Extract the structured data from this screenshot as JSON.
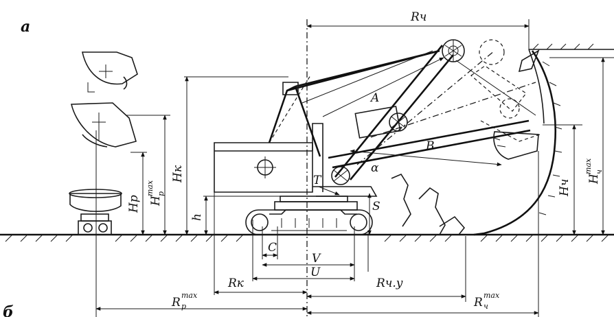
{
  "panel_label": "а",
  "next_panel_label": "б",
  "labels": {
    "R_ch": "Rч",
    "A": "A",
    "B": "B",
    "T": "T",
    "alpha": "α",
    "S": "S",
    "H_ch": "Hч",
    "H_ch_max": "H",
    "H_ch_max_sup": "max",
    "H_ch_max_sub": "ч",
    "H_k": "Hк",
    "h": "h",
    "H_r": "Hр",
    "H_r_max": "H",
    "H_r_max_sup": "max",
    "H_r_max_sub": "р",
    "C": "C",
    "V": "V",
    "U": "U",
    "R_k": "Rк",
    "R_chu": "Rч.у",
    "R_r_max": "R",
    "R_r_max_sup": "max",
    "R_r_max_sub": "р",
    "R_ch_max": "R",
    "R_ch_max_sup": "max",
    "R_ch_max_sub": "ч"
  }
}
